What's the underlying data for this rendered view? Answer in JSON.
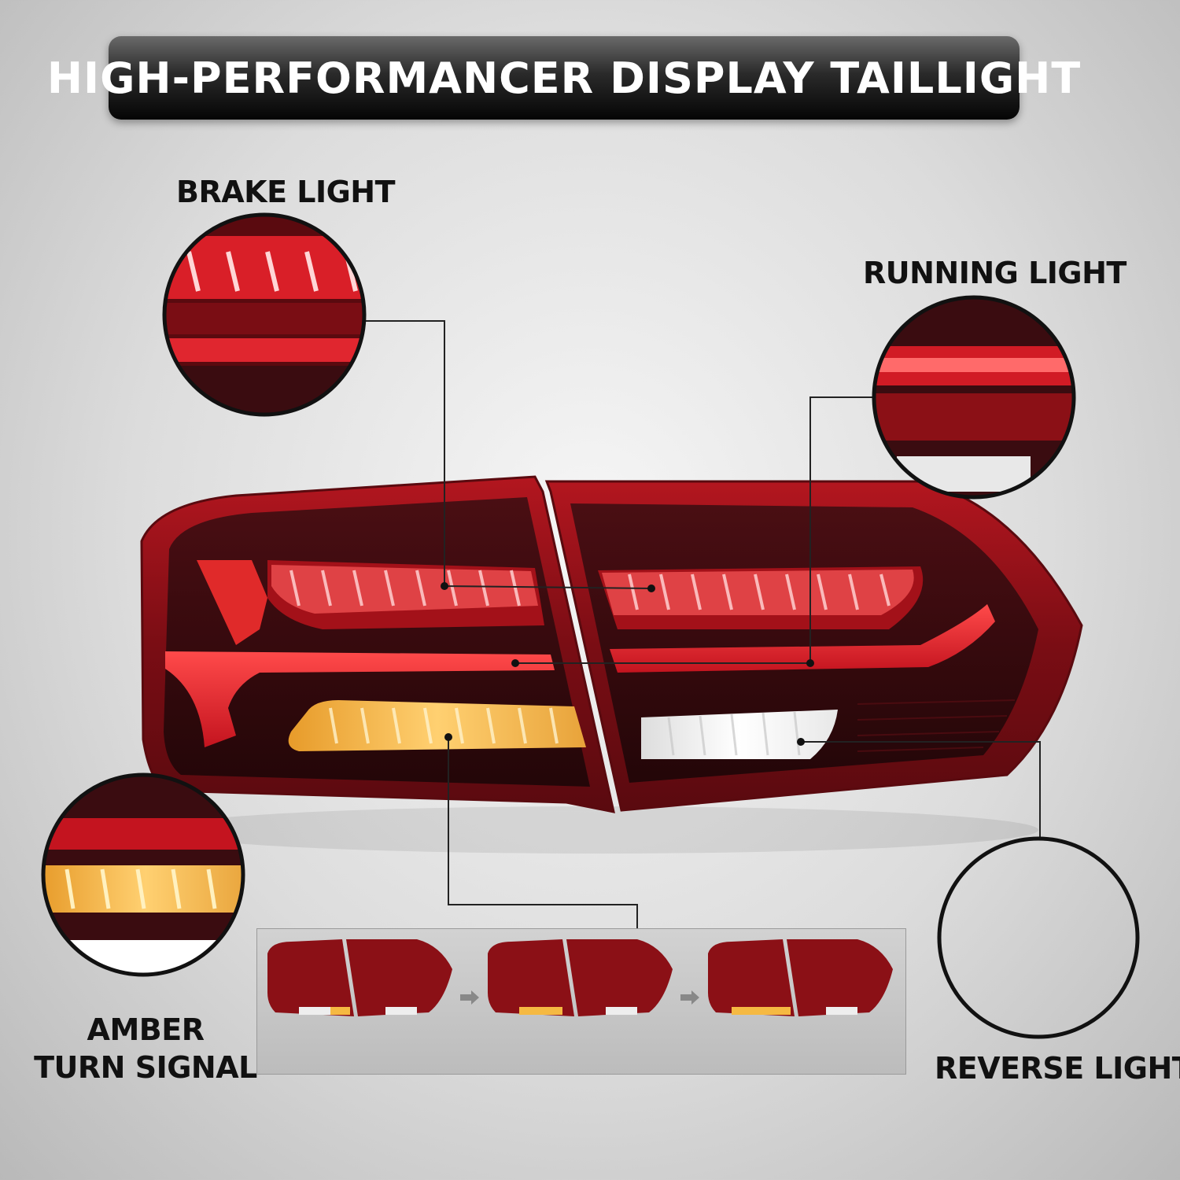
{
  "banner": {
    "title": "HIGH-PERFORMANCER DISPLAY TAILLIGHT"
  },
  "callouts": {
    "brake": "BRAKE LIGHT",
    "running": "RUNNING LIGHT",
    "amber_line1": "AMBER",
    "amber_line2": "TURN SIGNAL",
    "reverse": "REVERSE LIGHT"
  },
  "colors": {
    "lens_red": "#c4141f",
    "lens_dark": "#3a0c10",
    "amber": "#f5b942",
    "reverse_white": "#f4f4f4",
    "banner_black": "#111111"
  },
  "sequence": {
    "frames": 3,
    "arrow_icon": "right-arrow-icon"
  }
}
